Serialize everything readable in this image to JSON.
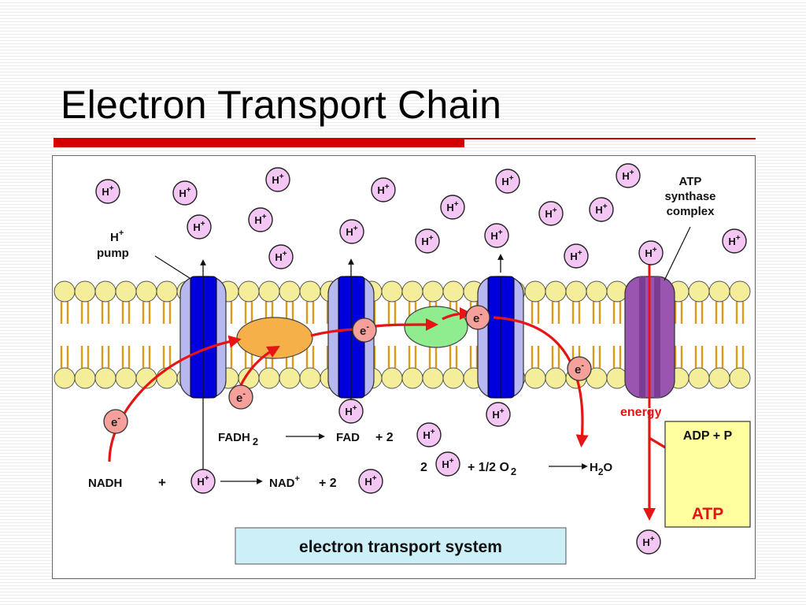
{
  "title": "Electron Transport Chain",
  "colors": {
    "title_bar": "#d40000",
    "membrane_head": "#f4ee9a",
    "membrane_tail": "#d99b1a",
    "pump_blue": "#0000dd",
    "pump_light": "#b8b8f0",
    "synthase": "#9955b0",
    "arrow_red": "#e61414",
    "proton_fill": "#f3c6f3",
    "electron_fill": "#f5a09a",
    "complex_orange": "#f5b04a",
    "complex_green": "#8fec8f",
    "atp_box": "#ffffa0",
    "system_box": "#cdeff8"
  },
  "icons": {
    "proton": "h-plus-ion-icon",
    "electron": "electron-icon"
  },
  "labels": {
    "h_symbol": "H",
    "plus": "+",
    "minus": "-",
    "e": "e",
    "pump_h": "H",
    "pump_word": "pump",
    "atp_synthase_line1": "ATP",
    "atp_synthase_line2": "synthase",
    "atp_synthase_line3": "complex",
    "energy": "energy",
    "adp_p": "ADP + P",
    "atp": "ATP",
    "system": "electron transport system"
  },
  "equations": {
    "fadh": "FADH",
    "fadh_sub": "2",
    "fad": "FAD",
    "plus_2": "+ 2",
    "water_2": "2",
    "half_o2": "+ 1/2 O",
    "o2_sub": "2",
    "h2o_h": "H",
    "h2o_sub": "2",
    "h2o_o": "O",
    "nadh": "NADH",
    "nadh_plus": "+",
    "nad": "NAD",
    "nad_sup": "+",
    "nad_plus_2": "+ 2"
  }
}
